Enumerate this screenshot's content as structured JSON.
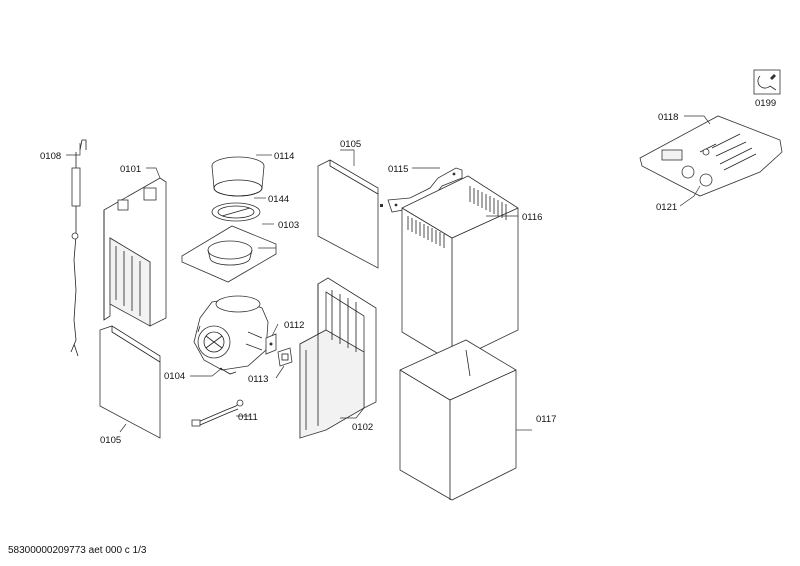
{
  "footer": "58300000209773 aet 000 c 1/3",
  "parts": [
    {
      "id": "p0101",
      "number": "0101"
    },
    {
      "id": "p0102",
      "number": "0102"
    },
    {
      "id": "p0103",
      "number": "0103"
    },
    {
      "id": "p0104",
      "number": "0104"
    },
    {
      "id": "p0105a",
      "number": "0105"
    },
    {
      "id": "p0105b",
      "number": "0105"
    },
    {
      "id": "p0108",
      "number": "0108"
    },
    {
      "id": "p0111",
      "number": "0111"
    },
    {
      "id": "p0112",
      "number": "0112"
    },
    {
      "id": "p0113",
      "number": "0113"
    },
    {
      "id": "p0114",
      "number": "0114"
    },
    {
      "id": "p0115",
      "number": "0115"
    },
    {
      "id": "p0116",
      "number": "0116"
    },
    {
      "id": "p0117",
      "number": "0117"
    },
    {
      "id": "p0118",
      "number": "0118"
    },
    {
      "id": "p0121",
      "number": "0121"
    },
    {
      "id": "p0144",
      "number": "0144"
    },
    {
      "id": "p0199",
      "number": "0199"
    }
  ]
}
